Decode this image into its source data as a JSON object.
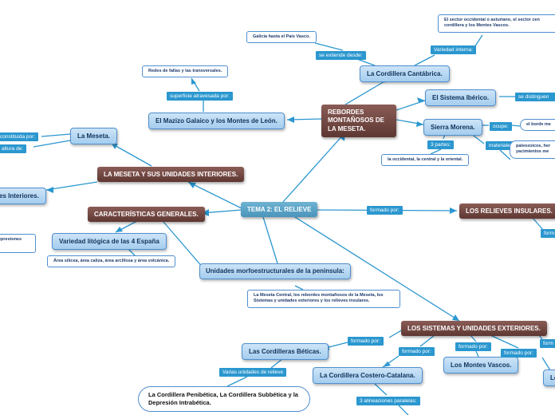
{
  "central": "TEMA 2: EL RELIEVE",
  "branches": {
    "rebordes": "REBORDES MONTAÑOSOS DE LA MESETA.",
    "meseta_unidades": "LA MESETA Y SUS UNIDADES INTERIORES.",
    "caracteristicas": "CARACTERÍSTICAS GENERALES.",
    "insulares": "LOS RELIEVES INSULARES.",
    "sistemas": "LOS SISTEMAS Y UNIDADES EXTERIORES."
  },
  "topics": {
    "cantabrica": "La Cordillera Cantábrica.",
    "iberico": "El Sistema Ibérico.",
    "sierra_morena": "Sierra Morena.",
    "galaico": "El Mazizo Galaico y los Montes de León.",
    "meseta": "La Meseta.",
    "unidades_interiores": "es Interiores.",
    "variedad_litologica": "Variedad litógica de las 4 España",
    "morfoestructurales": "Unidades morfoestructurales de la peninsula:",
    "beticas": "Las Cordilleras Béticas.",
    "costero_catalana": "La Cordillera Costero-Catalana.",
    "montes_vascos": "Los Montes Vascos.",
    "le_cut": "Le"
  },
  "labels": {
    "se_extiende": "se extiende desde:",
    "variedad_interna": "Variedad interna:",
    "se_distinguen": "se distinguen",
    "superficie_atravesada": "superficie atravesada por:",
    "ocupe": "ocupe:",
    "tres_partes": "3 partes:",
    "materiales": "materiales:",
    "constituida": "constituida por:",
    "altura": "altura de:",
    "formado_insulares": "formado por:",
    "form_cut_a": "form",
    "formado_beticas": "formado por:",
    "formado_costero": "formado por:",
    "formado_vascos": "formado por:",
    "formado_le": "formado por:",
    "form_cut_b": "form",
    "variais_relieve": "Varias unidades de relieve",
    "tres_alineaciones": "3 alineaciones paralelas:"
  },
  "notes": {
    "galicia": "Galicia hasta el País Vasco.",
    "sector_occidental": "El sector occidental o asturiano, el sector cen cordillera y los Montes Vascos.",
    "fallas": "Redes de fallas y las transversales.",
    "borde": "el borde me",
    "paleozoicos": "paleozoicos, her yacimientos me",
    "tres_partes_detalle": "la occidental, la central y la oriental.",
    "depresiones": "epresiones",
    "areas": "Área silícea, área caliza, área arcillosa y área volcánica.",
    "meseta_central": "La Meseta Central, los rebordes montañosos de la Meseta, los Sistemas y unidades exteriores y los relieves insulares.",
    "penibetica": "La Cordillera Penibética, La Cordillera Subbética y la Depresión Intrabética."
  }
}
